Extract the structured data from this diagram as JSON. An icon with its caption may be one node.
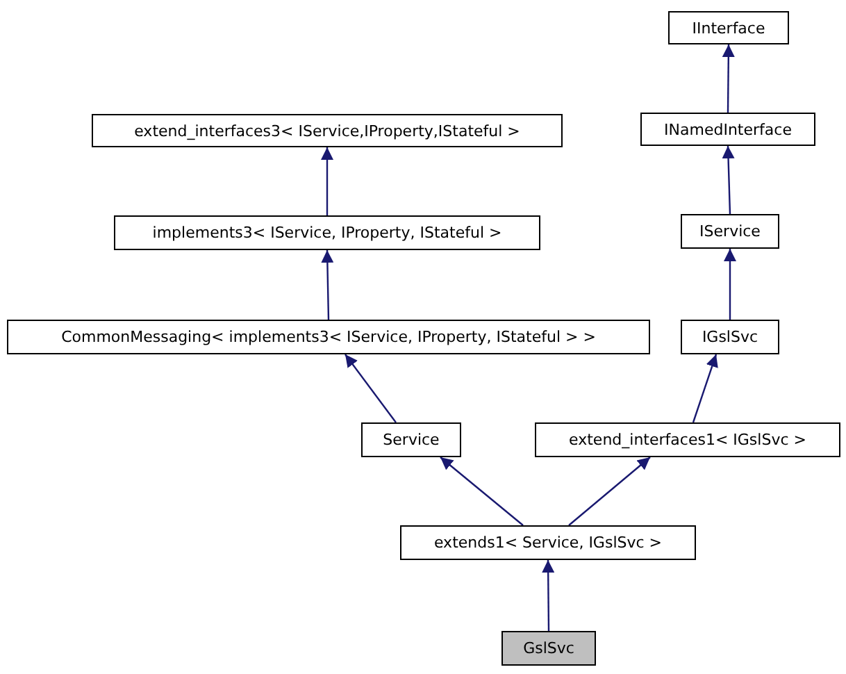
{
  "diagram": {
    "nodes": [
      {
        "text": [
          "IInterface"
        ]
      },
      {
        "text": [
          "INamedInterface"
        ]
      },
      {
        "text": [
          "extend_interfaces3< IService,IProperty,IStateful >"
        ]
      },
      {
        "text": [
          "IService"
        ]
      },
      {
        "text": [
          "implements3< IService, IProperty, IStateful >"
        ]
      },
      {
        "text": [
          "CommonMessaging< implements3< IService, IProperty, IStateful > >"
        ]
      },
      {
        "text": [
          "IGslSvc"
        ]
      },
      {
        "text": [
          "Service"
        ]
      },
      {
        "text": [
          "extend_interfaces1< IGslSvc >"
        ]
      },
      {
        "text": [
          "extends1< Service, IGslSvc >"
        ]
      },
      {
        "text": [
          "GslSvc"
        ]
      }
    ],
    "edges": [
      {
        "from": 1,
        "to": 0,
        "arrow": "to"
      },
      {
        "from": 3,
        "to": 1,
        "arrow": "to"
      },
      {
        "from": 6,
        "to": 3,
        "arrow": "to"
      },
      {
        "from": 8,
        "to": 6,
        "arrow": "to"
      },
      {
        "from": 4,
        "to": 2,
        "arrow": "to"
      },
      {
        "from": 5,
        "to": 4,
        "arrow": "to"
      },
      {
        "from": 7,
        "to": 5,
        "arrow": "to"
      },
      {
        "from": 9,
        "to": 7,
        "arrow": "to"
      },
      {
        "from": 9,
        "to": 8,
        "arrow": "to"
      },
      {
        "from": 10,
        "to": 9,
        "arrow": "to"
      }
    ]
  }
}
